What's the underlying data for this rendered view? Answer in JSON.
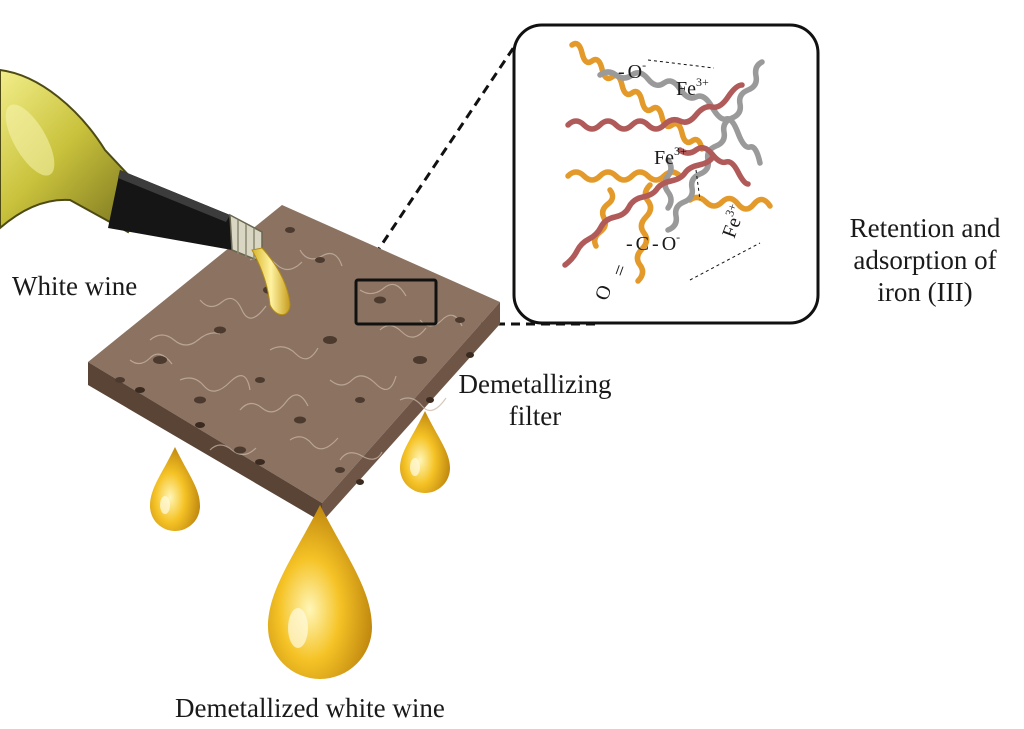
{
  "labels": {
    "white_wine": "White wine",
    "filter_line1": "Demetallizing",
    "filter_line2": "filter",
    "output": "Demetallized white wine",
    "retention_line1": "Retention and",
    "retention_line2": "adsorption of",
    "retention_line3": "iron (III)"
  },
  "inset": {
    "ion_base": "Fe",
    "ion_charge": "3+",
    "oxygen": "O",
    "oxygen_charge": "-",
    "carbon": "C",
    "dash": "-",
    "double_bond": "="
  },
  "colors": {
    "wine_gold": "#e8b21a",
    "filter_brown": "#8a6f5e",
    "chain_orange": "#e39a2a",
    "chain_grey": "#9a9a9a",
    "chain_red": "#b05a5a",
    "bottle_glass": "#b9c24a"
  },
  "icons": [
    "wine-bottle-icon",
    "wine-drop-icon",
    "polymer-chain-icon"
  ]
}
